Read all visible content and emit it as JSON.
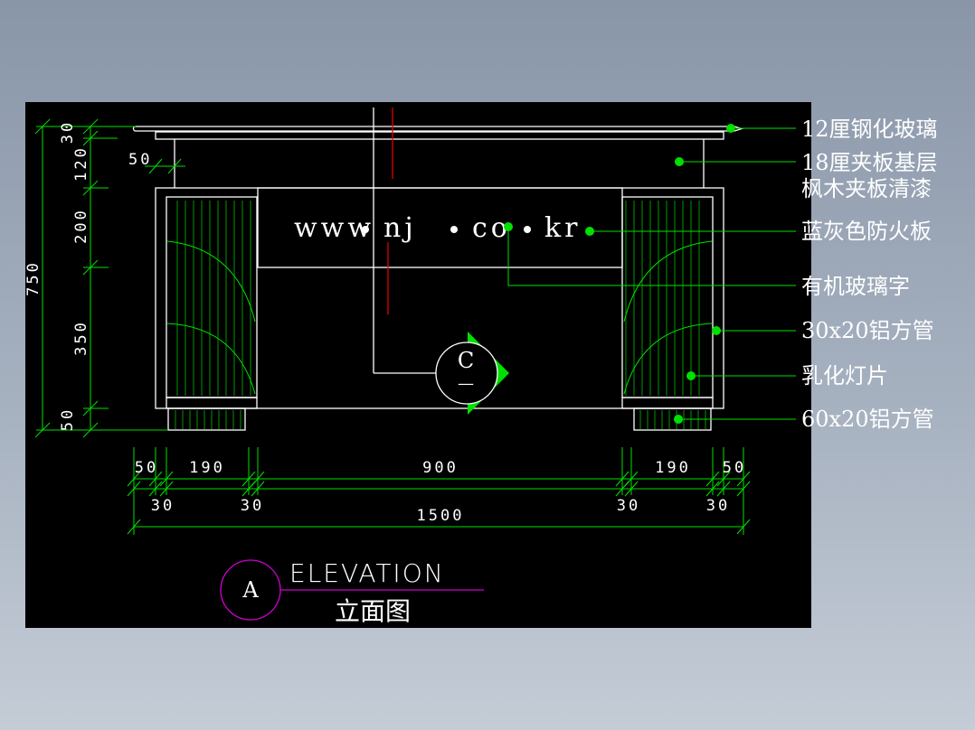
{
  "drawing": {
    "background": "#000000",
    "line_color": "#ffffff",
    "leader_color": "#00e000",
    "accent_color": "#e00000",
    "callout_circle_color": "#d000d0"
  },
  "brand_text": {
    "part1": "www",
    "part2": "nj",
    "part3": "co",
    "part4": "kr"
  },
  "section_marker": {
    "letter": "C",
    "dash": "—"
  },
  "labels": [
    "12厘钢化玻璃",
    "18厘夹板基层",
    "枫木夹板清漆",
    "蓝灰色防火板",
    "有机玻璃字",
    "30x20铝方管",
    "乳化灯片",
    "60x20铝方管"
  ],
  "dims_vertical": {
    "total": "750",
    "d30": "30",
    "d120": "120",
    "d200": "200",
    "d350": "350",
    "d50": "50"
  },
  "dims_horizontal": {
    "top_left_50": "50",
    "row1": [
      "50",
      "190",
      "900",
      "190",
      "50"
    ],
    "row2": [
      "30",
      "30",
      "30",
      "30"
    ],
    "total": "1500"
  },
  "title": {
    "callout": "A",
    "en": "ELEVATION",
    "cn": "立面图"
  }
}
